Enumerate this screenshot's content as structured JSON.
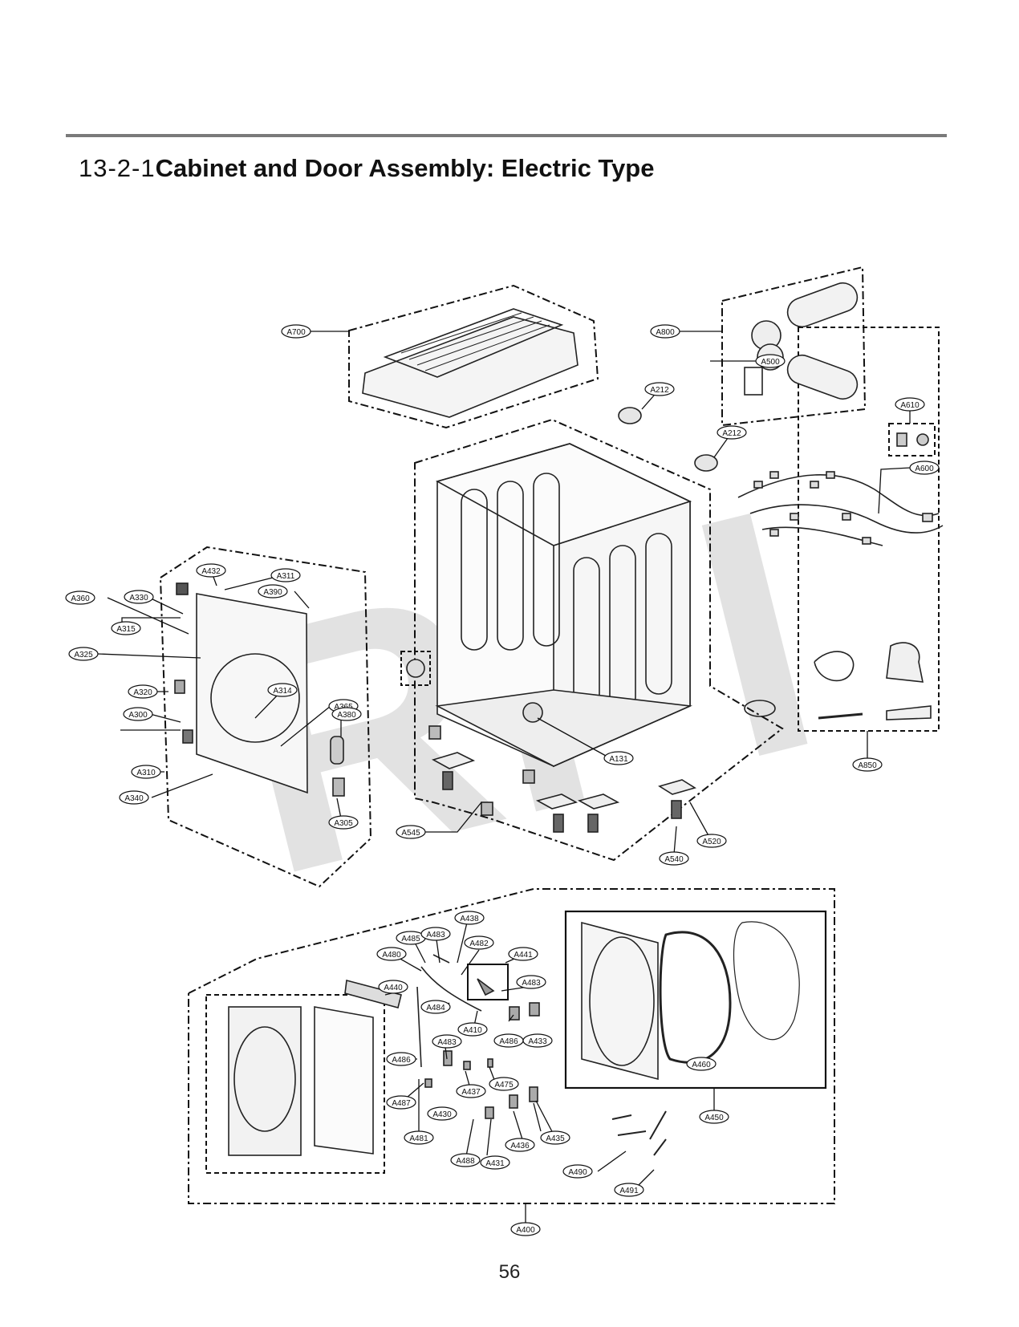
{
  "header": {
    "section_number": "13-2-1",
    "title": "Cabinet and Door Assembly: Electric Type"
  },
  "watermark": "RPI",
  "part_labels": {
    "A700": "A700",
    "A800": "A800",
    "A212a": "A212",
    "A212b": "A212",
    "A610": "A610",
    "A600": "A600",
    "A500": "A500",
    "A850": "A850",
    "A131": "A131",
    "A520": "A520",
    "A540": "A540",
    "A545": "A545",
    "A432": "A432",
    "A311": "A311",
    "A390": "A390",
    "A360": "A360",
    "A330": "A330",
    "A315": "A315",
    "A325": "A325",
    "A320": "A320",
    "A314": "A314",
    "A365": "A365",
    "A300": "A300",
    "A380": "A380",
    "A310": "A310",
    "A340": "A340",
    "A305": "A305",
    "A438": "A438",
    "A485": "A485",
    "A483a": "A483",
    "A482": "A482",
    "A480": "A480",
    "A441": "A441",
    "A440": "A440",
    "A483b": "A483",
    "A484": "A484",
    "A410": "A410",
    "A486a": "A486",
    "A433a": "A433",
    "A483c": "A483",
    "A486b": "A486",
    "A437": "A437",
    "A475": "A475",
    "A487": "A487",
    "A430": "A430",
    "A435": "A435",
    "A436": "A436",
    "A481": "A481",
    "A488": "A488",
    "A431": "A431",
    "A460": "A460",
    "A450": "A450",
    "A490": "A490",
    "A491": "A491",
    "A400": "A400"
  },
  "footer": {
    "page_number": "56"
  }
}
